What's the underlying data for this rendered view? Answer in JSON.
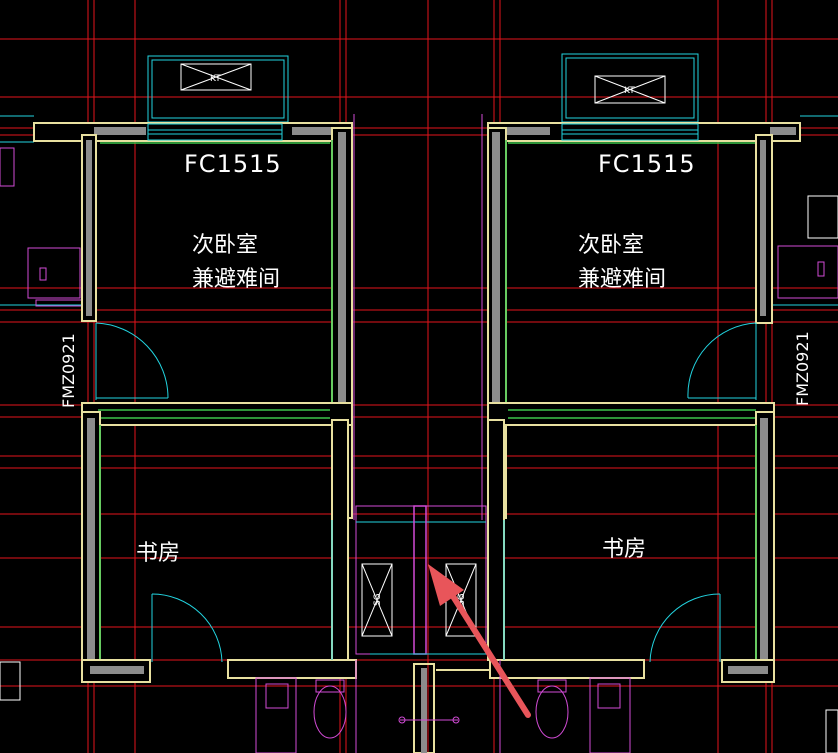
{
  "colors": {
    "background": "#000000",
    "grid": "#e3141b",
    "wall_outline": "#e8e0a0",
    "wall_fill": "#8c8c8c",
    "green_edge": "#3cc44a",
    "cyan": "#22d3df",
    "magenta": "#d24bd6",
    "white": "#ffffff",
    "arrow": "#e8555a"
  },
  "units": [
    {
      "window_code": "FC1515",
      "bedroom_line1": "次卧室",
      "bedroom_line2": "兼避难间",
      "study": "书房",
      "door_code": "FMZ0921",
      "ac_label": "KT",
      "shaft_label": "SG"
    },
    {
      "window_code": "FC1515",
      "bedroom_line1": "次卧室",
      "bedroom_line2": "兼避难间",
      "study": "书房",
      "door_code": "FMZ0921",
      "ac_label": "KT",
      "shaft_label": "SG"
    }
  ]
}
